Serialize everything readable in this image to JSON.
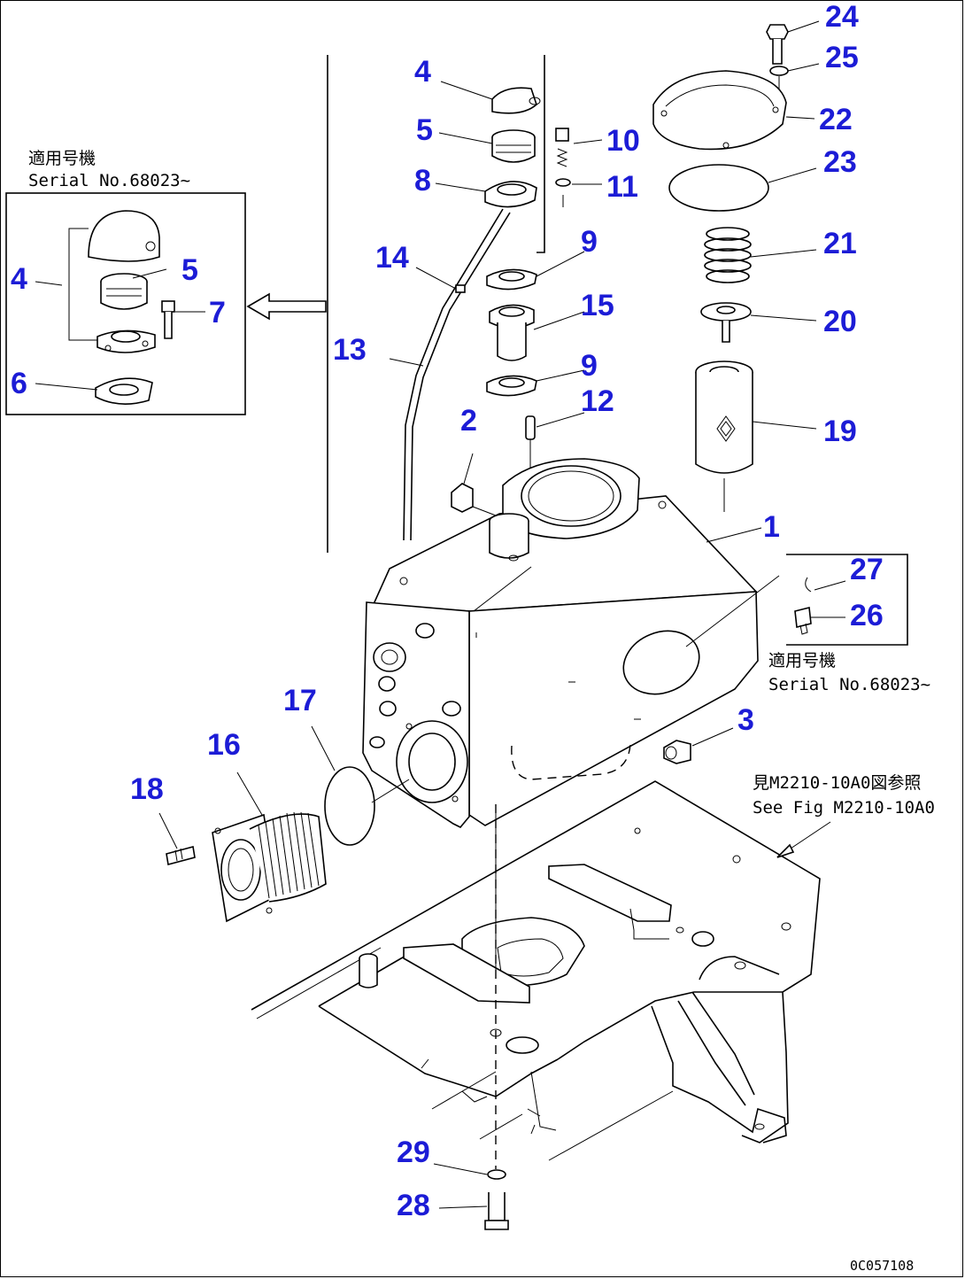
{
  "diagram": {
    "drawing_code": "0C057108",
    "inset_left": {
      "label_jp": "適用号機",
      "label_en": "Serial No.68023~"
    },
    "inset_right": {
      "label_jp": "適用号機",
      "label_en": "Serial No.68023~"
    },
    "reference": {
      "label_jp": "見M2210-10A0図参照",
      "label_en": "See Fig M2210-10A0"
    },
    "callouts": {
      "c1": "1",
      "c2": "2",
      "c3": "3",
      "c4a": "4",
      "c4b": "4",
      "c5a": "5",
      "c5b": "5",
      "c6": "6",
      "c7": "7",
      "c8": "8",
      "c9a": "9",
      "c9b": "9",
      "c10": "10",
      "c11": "11",
      "c12": "12",
      "c13": "13",
      "c14": "14",
      "c15": "15",
      "c16": "16",
      "c17": "17",
      "c18": "18",
      "c19": "19",
      "c20": "20",
      "c21": "21",
      "c22": "22",
      "c23": "23",
      "c24": "24",
      "c25": "25",
      "c26": "26",
      "c27": "27",
      "c28": "28",
      "c29": "29"
    }
  }
}
